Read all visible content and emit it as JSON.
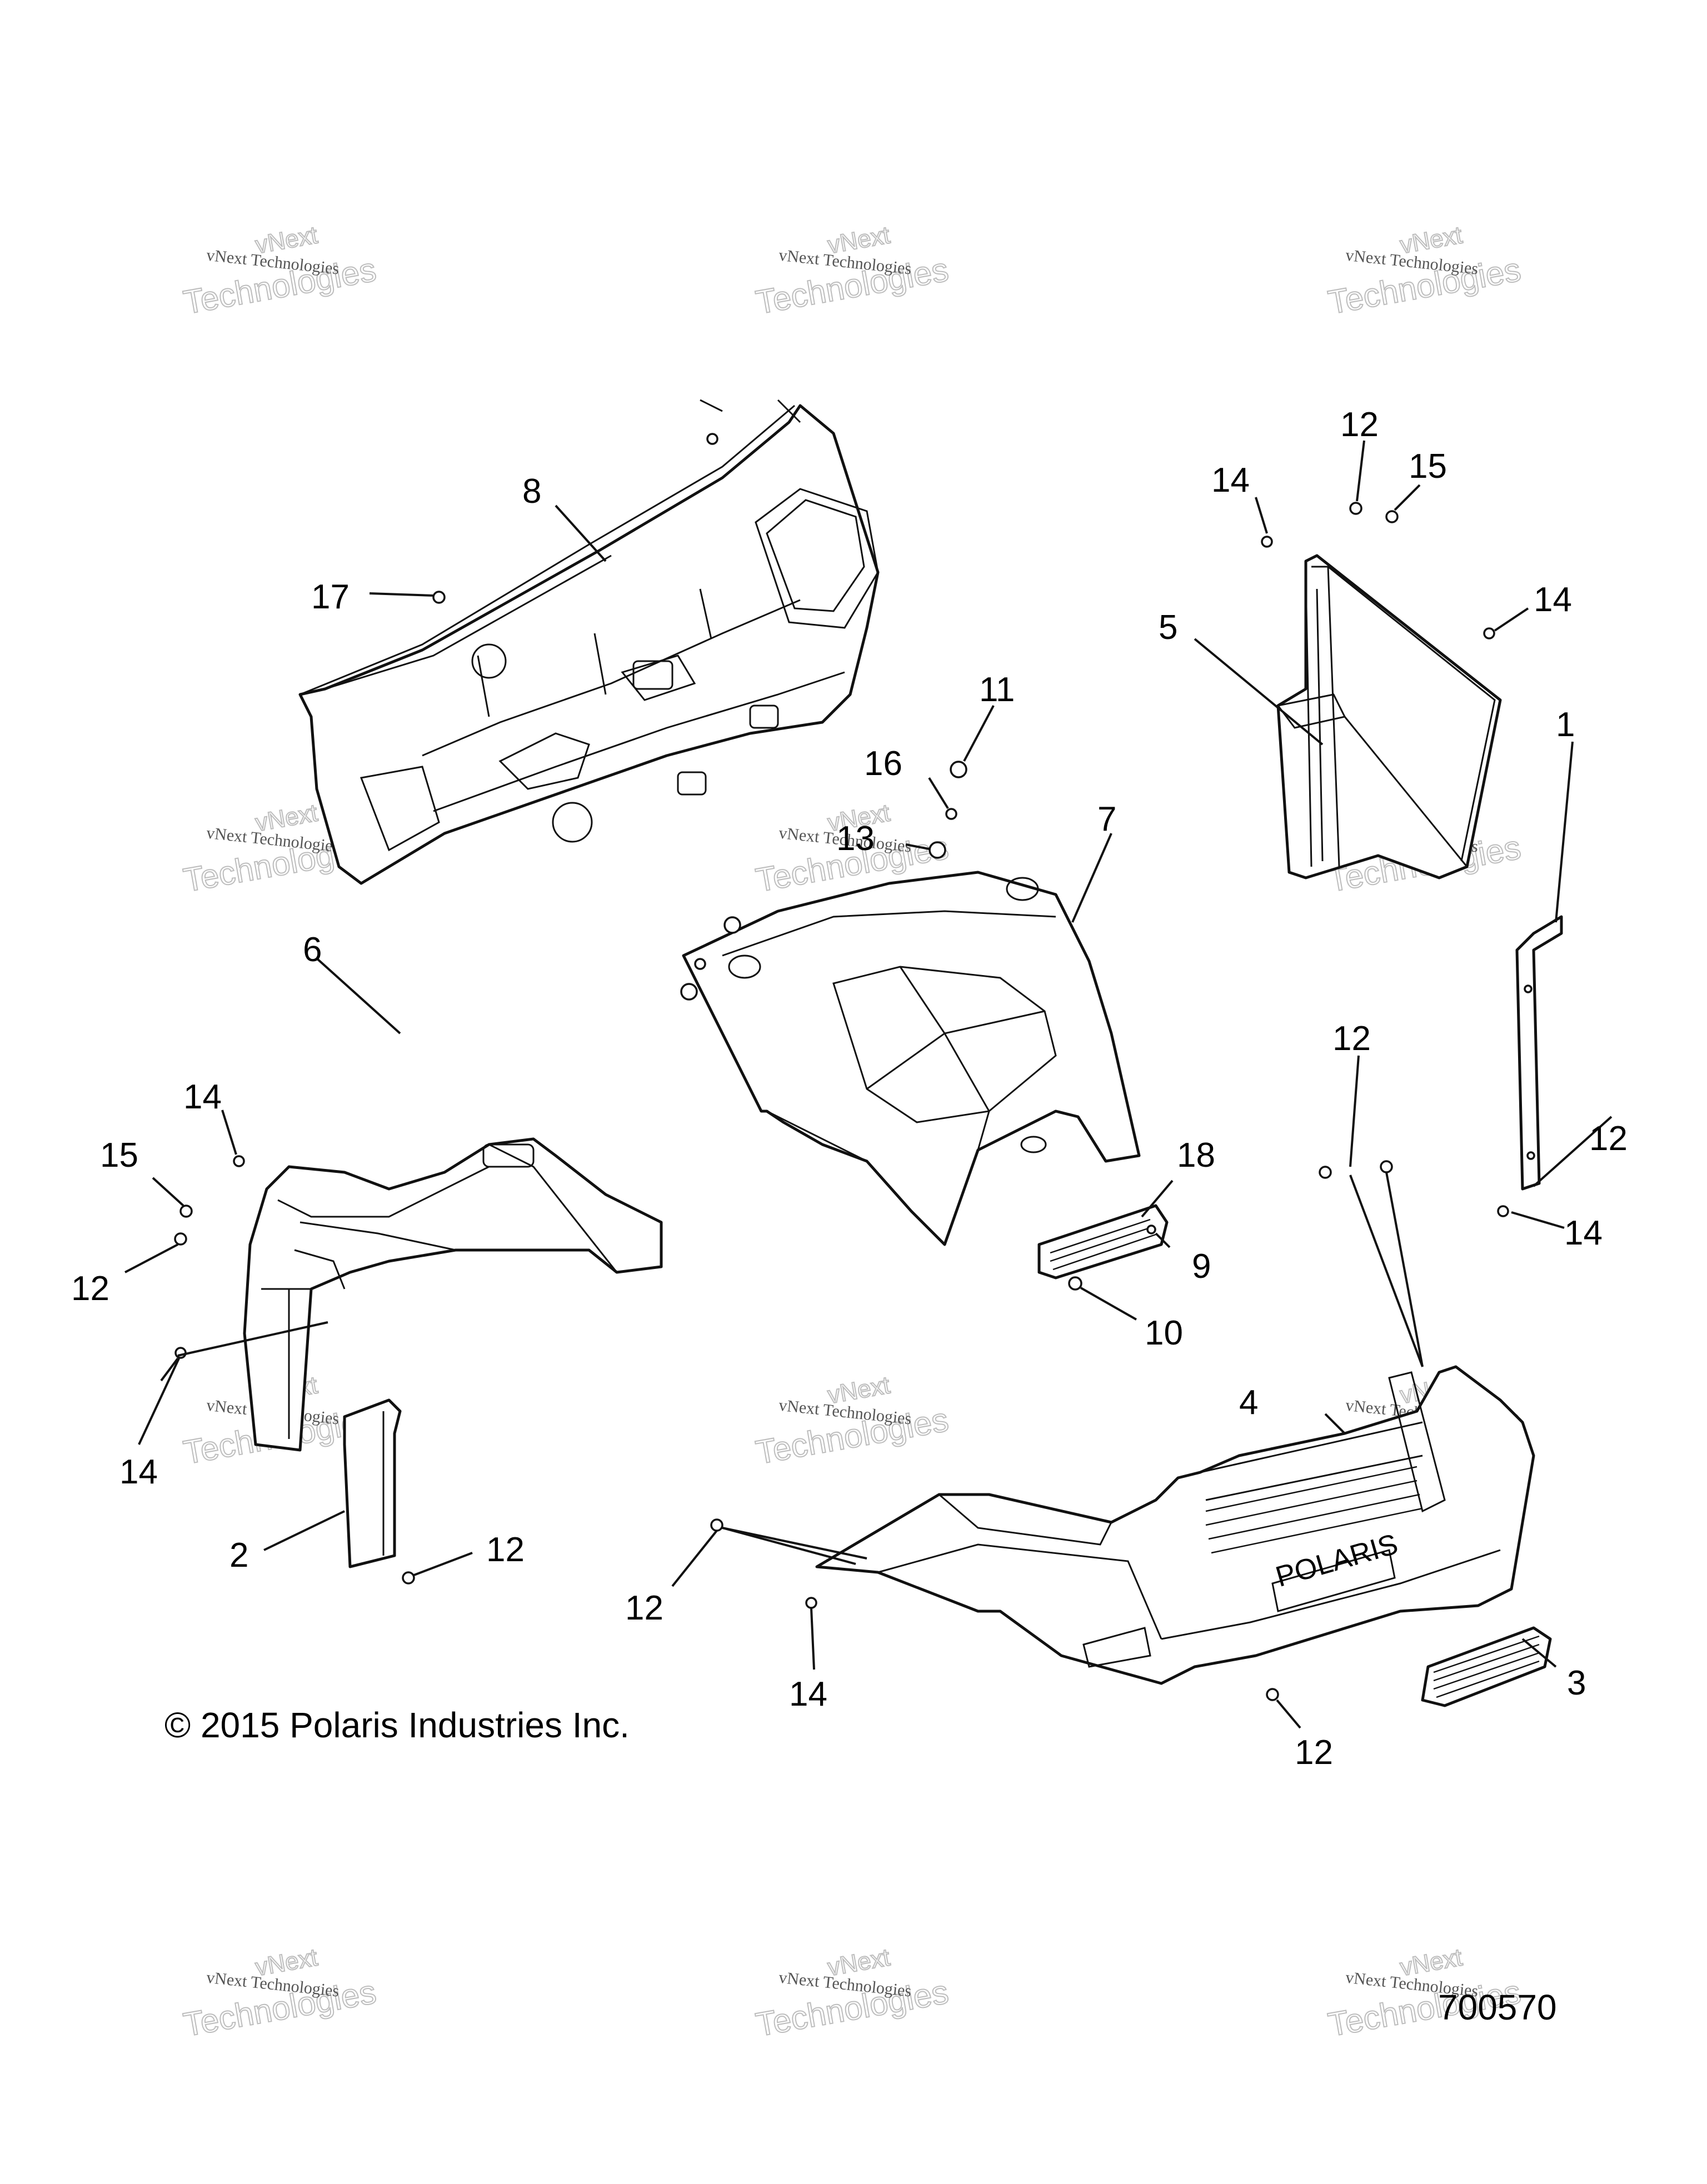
{
  "callouts": [
    {
      "id": "1",
      "text": "1"
    },
    {
      "id": "2",
      "text": "2"
    },
    {
      "id": "3",
      "text": "3"
    },
    {
      "id": "4",
      "text": "4"
    },
    {
      "id": "5",
      "text": "5"
    },
    {
      "id": "6",
      "text": "6"
    },
    {
      "id": "7",
      "text": "7"
    },
    {
      "id": "8",
      "text": "8"
    },
    {
      "id": "9",
      "text": "9"
    },
    {
      "id": "10",
      "text": "10"
    },
    {
      "id": "11",
      "text": "11"
    },
    {
      "id": "12",
      "text": "12"
    },
    {
      "id": "13",
      "text": "13"
    },
    {
      "id": "14",
      "text": "14"
    },
    {
      "id": "15",
      "text": "15"
    },
    {
      "id": "16",
      "text": "16"
    },
    {
      "id": "17",
      "text": "17"
    },
    {
      "id": "18",
      "text": "18"
    }
  ],
  "watermark": {
    "line_top": "vNext",
    "line1": "vNext Technologies",
    "line2": "Technologies"
  },
  "part_marking": "POLARIS",
  "copyright": "© 2015 Polaris Industries Inc.",
  "figure_number": "700570"
}
